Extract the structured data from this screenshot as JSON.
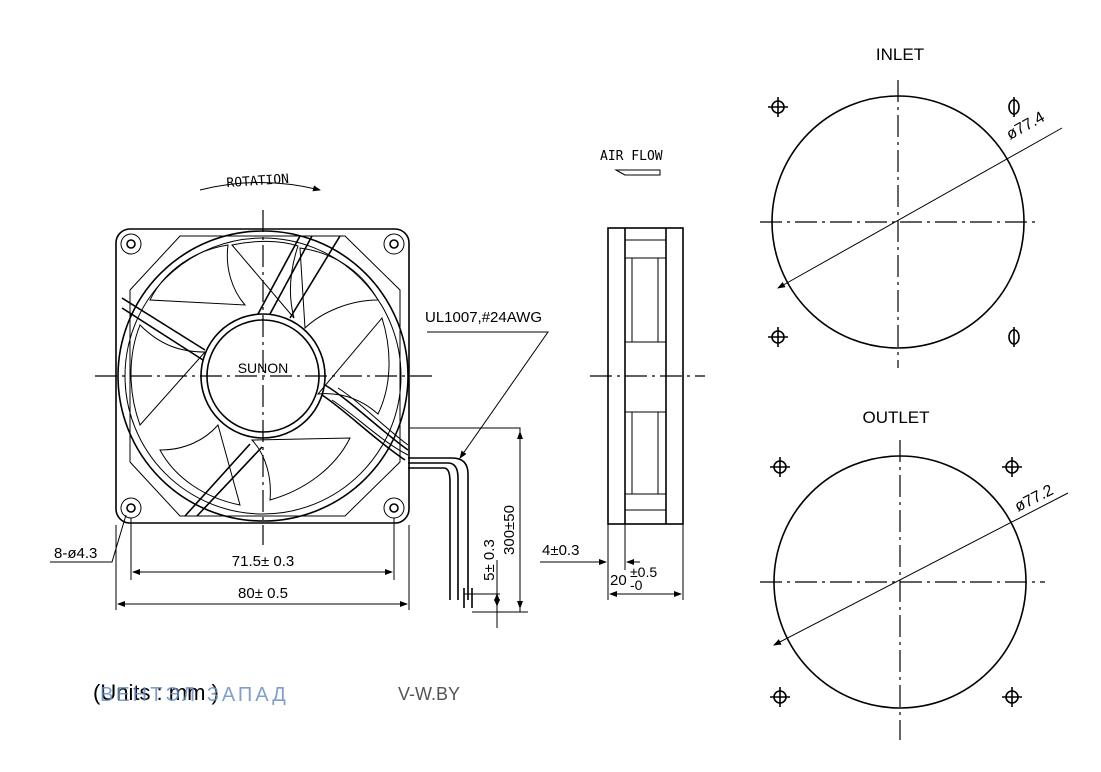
{
  "labels": {
    "rotation": "ROTATION",
    "airflow": "AIR FLOW",
    "brand": "SUNON",
    "wire_spec": "UL1007,#24AWG",
    "holes": "8-ø4.3",
    "inlet": "INLET",
    "outlet": "OUTLET"
  },
  "dimensions": {
    "hole_pitch": "71.5± 0.3",
    "frame_size": "80± 0.5",
    "wire_strip": "5± 0.3",
    "lead_length": "300±50",
    "rib": "4±0.3",
    "depth_nominal": "20",
    "depth_tol_upper": "±0.5",
    "depth_tol_lower": "-0",
    "inlet_diameter": "ø77.4",
    "outlet_diameter": "ø77.2"
  },
  "footer": {
    "units": "(Units : mm )"
  },
  "watermark": {
    "left": "ВЕНТЭЛ ЗАПАД",
    "right": "V-W.BY"
  },
  "icons": [
    "rotation-arrow-icon",
    "airflow-arrow-icon",
    "mounting-hole-symbol-icon"
  ]
}
